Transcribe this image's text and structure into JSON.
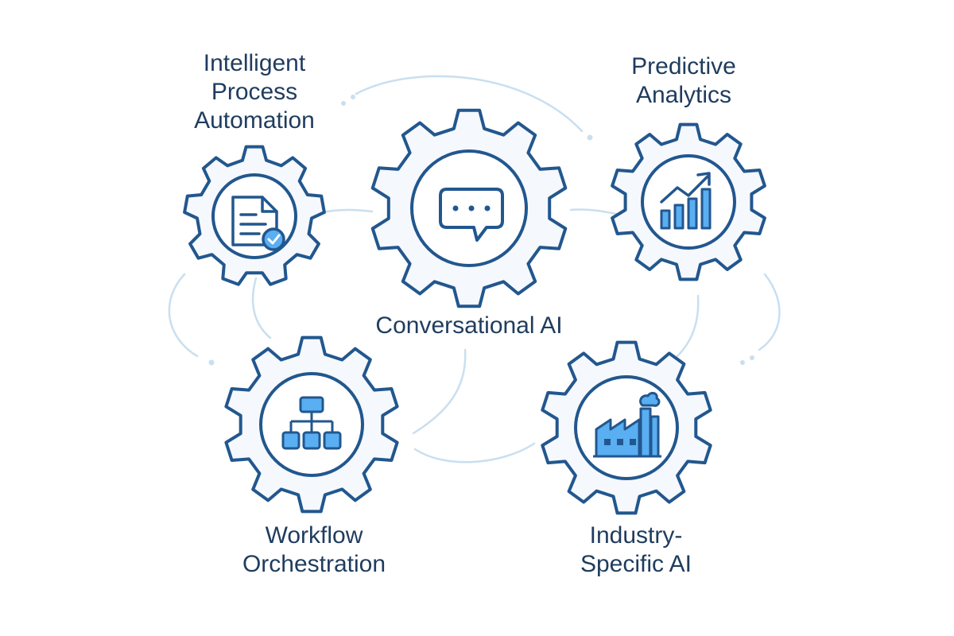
{
  "colors": {
    "background": "#ffffff",
    "gear_fill": "#f5f8fc",
    "gear_stroke": "#22578e",
    "icon_accent": "#5aaef2",
    "connector": "#c9dff0",
    "label_text": "#1f3c5e"
  },
  "nodes": {
    "conversational": {
      "label_lines": [
        "Conversational AI"
      ],
      "icon": "chat-bubble-icon"
    },
    "automation": {
      "label_lines": [
        "Intelligent",
        "Process",
        "Automation"
      ],
      "icon": "document-check-icon"
    },
    "analytics": {
      "label_lines": [
        "Predictive",
        "Analytics"
      ],
      "icon": "growth-chart-icon"
    },
    "workflow": {
      "label_lines": [
        "Workflow",
        "Orchestration"
      ],
      "icon": "hierarchy-icon"
    },
    "industry": {
      "label_lines": [
        "Industry-",
        "Specific AI"
      ],
      "icon": "factory-icon"
    }
  }
}
